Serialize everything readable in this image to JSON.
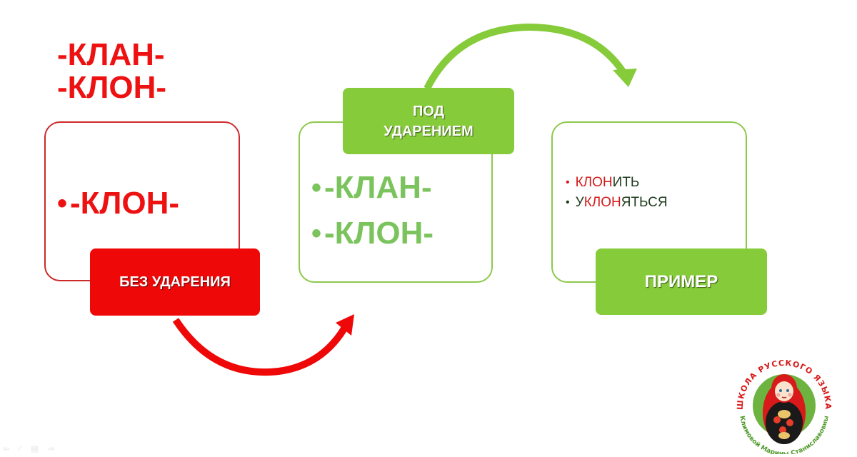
{
  "title": {
    "lines": [
      "-КЛАН-",
      "-КЛОН-"
    ],
    "color": "#ee1111"
  },
  "unstressed": {
    "items": [
      "-КЛОН-"
    ],
    "label": "БЕЗ УДАРЕНИЯ",
    "color": "#ee0808",
    "border_color": "#cc2a2a"
  },
  "stressed": {
    "label_line1": "ПОД",
    "label_line2": "УДАРЕНИЕМ",
    "items": [
      "-КЛАН-",
      "-КЛОН-"
    ],
    "color": "#86cb3a",
    "item_color": "#7bc35c"
  },
  "example": {
    "label": "ПРИМЕР",
    "items": [
      {
        "prefix": "",
        "root": "КЛОН",
        "suffix": "ИТЬ",
        "bullet_color": "#d41a1a"
      },
      {
        "prefix": "У",
        "root": "КЛОН",
        "suffix": "ЯТЬСЯ",
        "bullet_color": "#1d3a1d"
      }
    ]
  },
  "arrows": {
    "red_arrow": "curved-arrow-red",
    "green_arrow": "curved-arrow-green"
  },
  "logo": {
    "top_text": "ШКОЛА РУССКОГО ЯЗЫКА",
    "bottom_text": "Климовой Марины Станиславовны"
  },
  "slide_controls": {
    "icons": [
      "prev-arrow-icon",
      "pen-icon",
      "menu-icon",
      "next-arrow-icon"
    ]
  }
}
